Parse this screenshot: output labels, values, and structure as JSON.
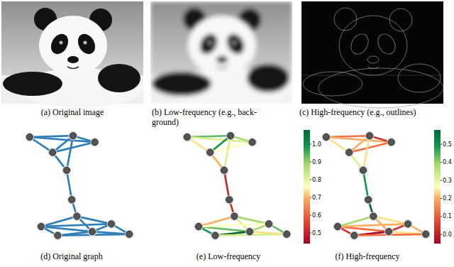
{
  "diagram": {
    "labels": [
      "(a) Original image",
      "(b) Low-frequency (e.g., back- ground)",
      "(c) High-frequency (e.g., outlines)",
      "1.0",
      "0.9",
      "0.8",
      "0.7",
      "0.6",
      "0.5",
      "0.5",
      "0.4",
      "0.3",
      "0.2",
      "0.1",
      "0.0",
      "(d) Original graph",
      "(e) Low-frequency",
      "(f) High-frequency"
    ]
  }
}
